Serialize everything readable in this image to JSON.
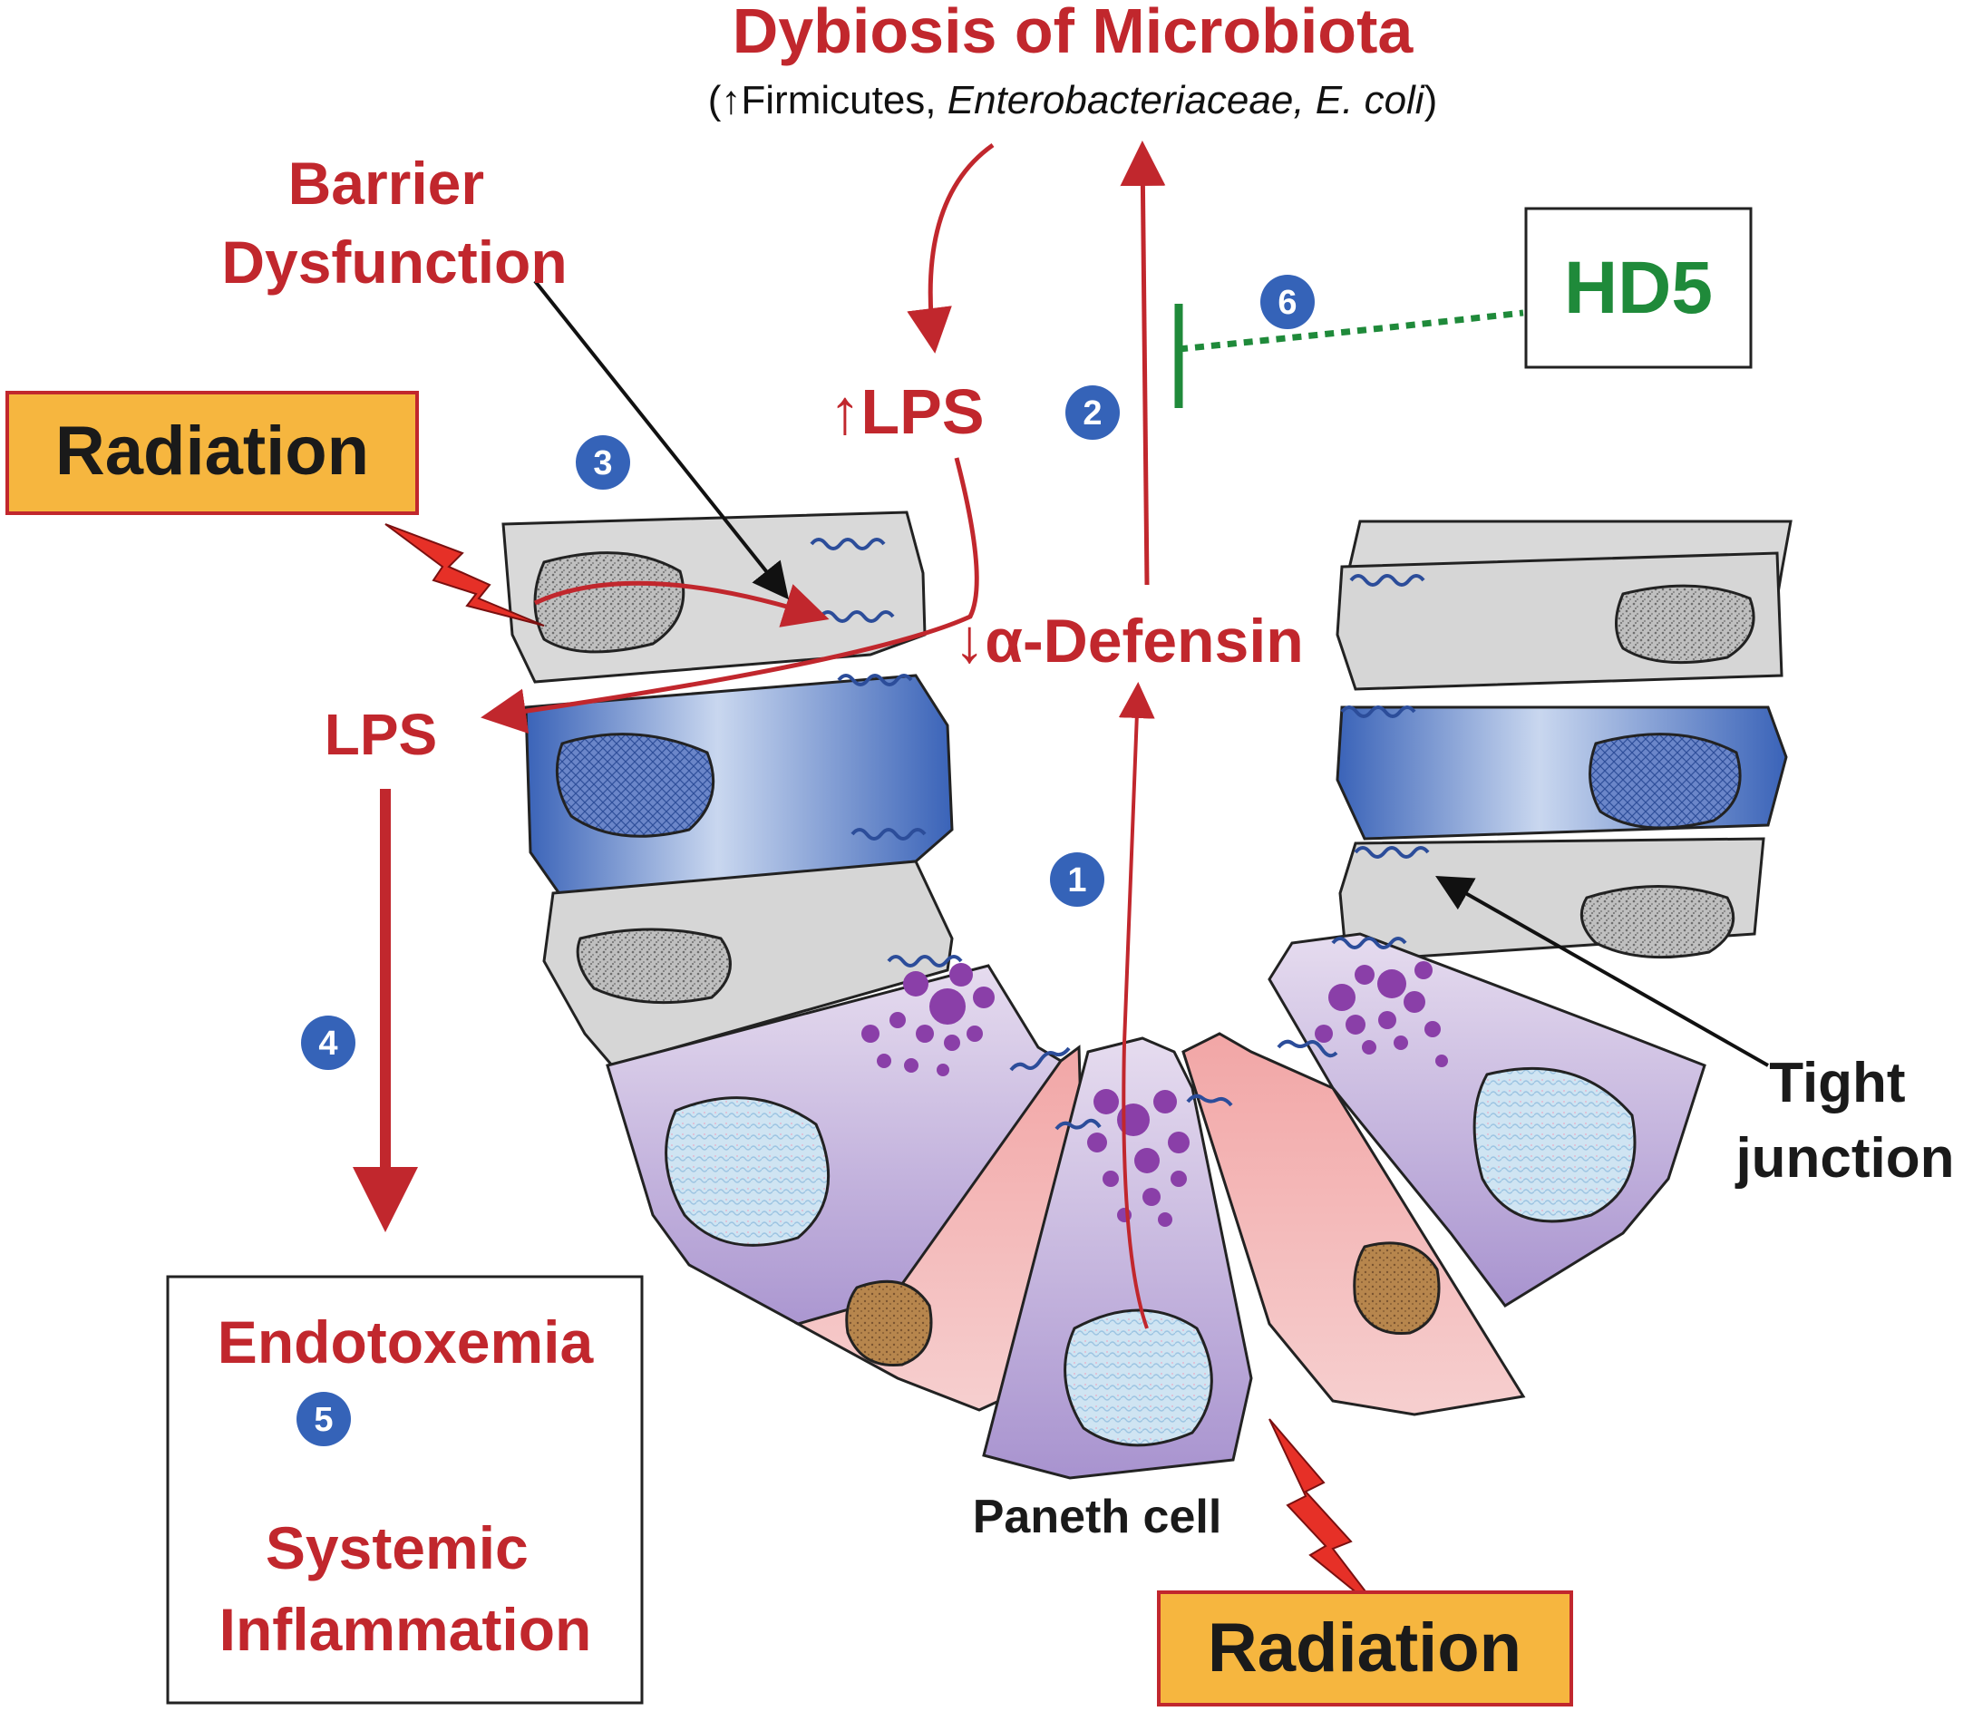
{
  "title": {
    "main": "Dybiosis of Microbiota",
    "sub_open": "(↑Firmicutes, ",
    "sub_italic": "Enterobacteriaceae, E. coli",
    "sub_close": ")"
  },
  "labels": {
    "barrier_line1": "Barrier",
    "barrier_line2": "Dysfunction",
    "radiation_top": "Radiation",
    "radiation_bottom": "Radiation",
    "lps_up_arrow": "↑",
    "lps_up_text": "LPS",
    "lps": "LPS",
    "alpha_defensin_arrow": "↓",
    "alpha_defensin_text": "α-Defensin",
    "hd5": "HD5",
    "tight_line1": "Tight",
    "tight_line2": "junction",
    "paneth_cell": "Paneth cell",
    "endotoxemia": "Endotoxemia",
    "systemic_line1": "Systemic",
    "systemic_line2": "Inflammation"
  },
  "steps": [
    "1",
    "2",
    "3",
    "4",
    "5",
    "6"
  ],
  "colors": {
    "red": "#c1272d",
    "green": "#1f8a3a",
    "radiation_box": "#f6b63f",
    "step_circle": "#3563b8"
  }
}
